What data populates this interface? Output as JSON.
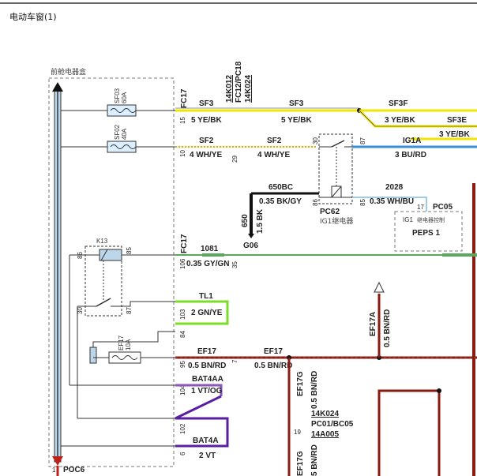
{
  "title": "电动车窗(1)",
  "fuse_box_label": "前舱电器盒",
  "fuses": [
    {
      "name": "SF03",
      "rating": "60A"
    },
    {
      "name": "SF02",
      "rating": "40A"
    },
    {
      "name": "EF17",
      "rating": "10A"
    }
  ],
  "relay_k13": "K13",
  "connector_fc17": "FC17",
  "connector_codes": [
    "14K012",
    "FC12/PC18",
    "14K024"
  ],
  "pins": {
    "p15": "15",
    "p10": "10",
    "p106": "106",
    "p103": "103",
    "p84": "84",
    "p95": "95",
    "p104": "104",
    "p102": "102",
    "p6": "6",
    "p29": "29",
    "p35": "35",
    "p7": "7",
    "k86": "86",
    "k85": "85",
    "k30": "30",
    "k87": "87",
    "r30": "30",
    "r87": "87",
    "r86": "86",
    "r85": "85",
    "p1": "1",
    "p17": "17",
    "p19": "19"
  },
  "wires": {
    "sf3_a": "SF3",
    "sf3_a_spec": "5 YE/BK",
    "sf3_b": "SF3",
    "sf3_b_spec": "5 YE/BK",
    "sf3f": "SF3F",
    "sf3f_spec": "3 YE/BK",
    "sf3e": "SF3E",
    "sf3e_spec": "3 YE/BK",
    "sf2_a": "SF2",
    "sf2_a_spec": "4 WH/YE",
    "sf2_b": "SF2",
    "sf2_b_spec": "4 WH/YE",
    "ig1a": "IG1A",
    "ig1a_spec": "3 BU/RD",
    "w650bc": "650BC",
    "w650bc_spec": "0.35 BK/GY",
    "w650": "650",
    "w650_spec": "1.5 BK",
    "w2028": "2028",
    "w2028_spec": "0.35 WH/BU",
    "w1081": "1081",
    "w1081_spec": "0.35 GY/GN",
    "tl1": "TL1",
    "tl1_spec": "2 GN/YE",
    "ef17_a": "EF17",
    "ef17_a_spec": "0.5 BN/RD",
    "ef17_b": "EF17",
    "ef17_b_spec": "0.5 BN/RD",
    "bat4aa": "BAT4AA",
    "bat4aa_spec": "1 VT/OG",
    "bat4a": "BAT4A",
    "bat4a_spec": "2 VT",
    "ef17a": "EF17A",
    "ef17a_spec": "0.5 BN/RD",
    "ef17g": "EF17G",
    "ef17g_spec": "0.5 BN/RD",
    "ef17g2": "EF17G",
    "ef17g2_spec": "5 BN/RD",
    "poc6": "POC6"
  },
  "ground_g06": "G06",
  "relay_pc62": {
    "code": "PC62",
    "name": "IG1继电器"
  },
  "peps": {
    "pin_label": "IG1 ",
    "pin_label_cn": "继电器控制",
    "connector": "PC05",
    "name": "PEPS 1"
  },
  "lower_connectors": [
    "14K024",
    "PC01/BC05",
    "14A005"
  ],
  "colors": {
    "yellow": "#f2e500",
    "blue": "#3b8fd9",
    "light_blue": "#9ecbe8",
    "green": "#5aa860",
    "bright_green": "#7ddc2a",
    "brown_red": "#8b1a10",
    "violet": "#5a1ea0",
    "violet_light": "#8a56b8",
    "black": "#111111"
  }
}
